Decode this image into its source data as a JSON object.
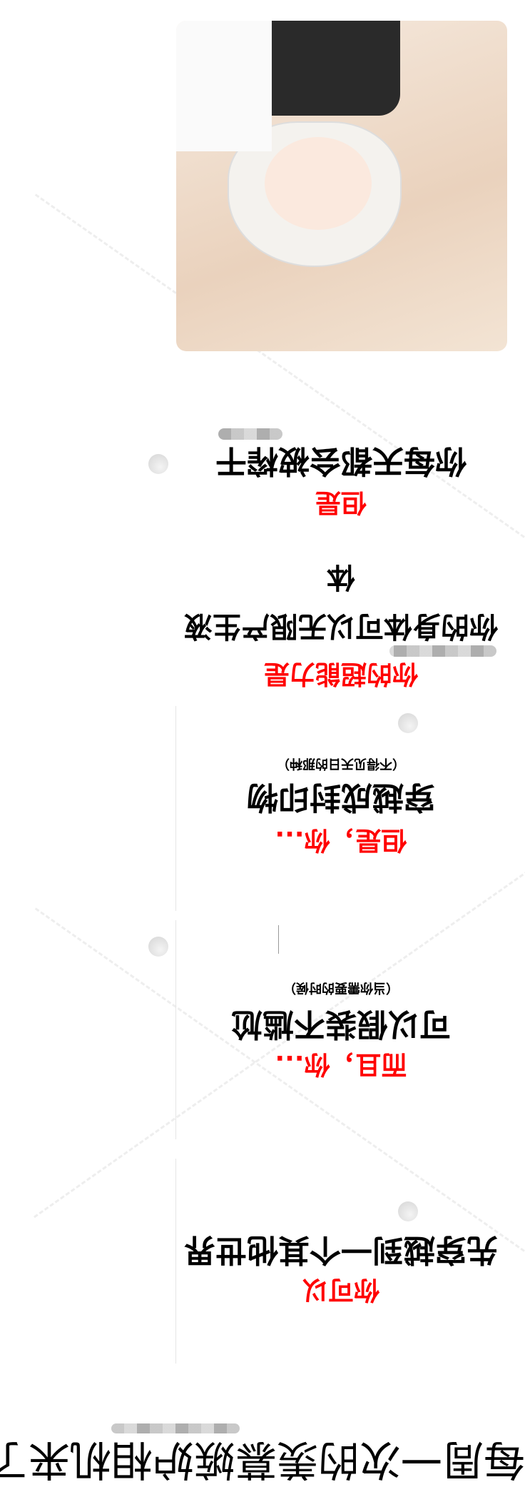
{
  "title": "每周一次的羡慕嫉妒相机来了",
  "sections": [
    {
      "red": "你可以",
      "black": [
        "先穿越到一个其他世界"
      ]
    },
    {
      "red": "而且，你...",
      "black": [
        "可以假装不尴尬"
      ],
      "note": "（当你需要的时候）"
    },
    {
      "red": "但是，你...",
      "black": [
        "穿越成封印物"
      ],
      "note": "（不得见天日的那种）"
    },
    {
      "red": "你的超能力是",
      "black": [
        "你的身体可以无限产生液",
        "体"
      ]
    },
    {
      "red": "但是",
      "black": [
        "你每天都会被榨干"
      ]
    }
  ],
  "image": {
    "alt": "anime-girl-white-hair-fox-ears"
  },
  "colors": {
    "accent": "#ff0000",
    "text": "#000000"
  }
}
